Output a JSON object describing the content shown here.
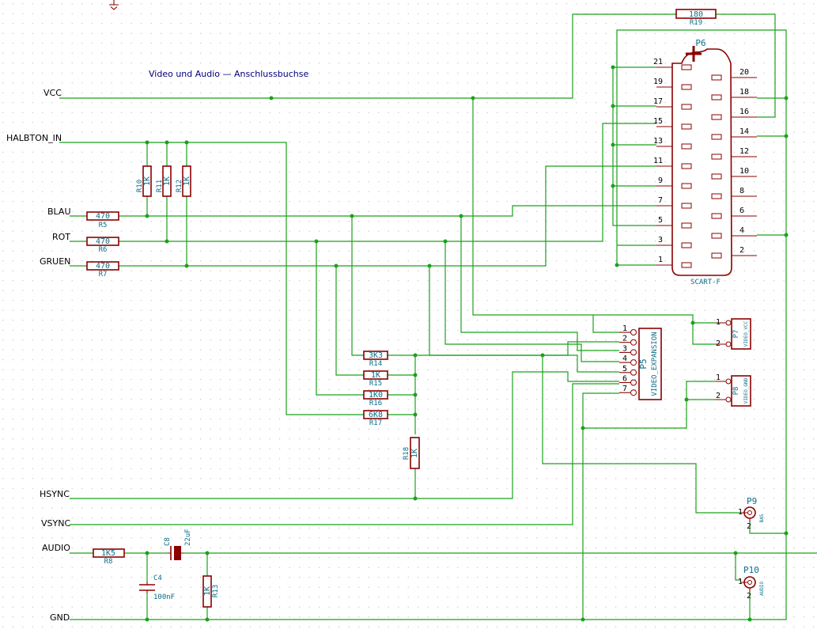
{
  "title": "Video und Audio — Anschlussbuchse",
  "nets": {
    "vcc": "VCC",
    "halbton_in": "HALBTON_IN",
    "blau": "BLAU",
    "rot": "ROT",
    "gruen": "GRUEN",
    "hsync": "HSYNC",
    "vsync": "VSYNC",
    "audio": "AUDIO",
    "gnd": "GND"
  },
  "resistors": {
    "r5": {
      "ref": "R5",
      "value": "470"
    },
    "r6": {
      "ref": "R6",
      "value": "470"
    },
    "r7": {
      "ref": "R7",
      "value": "470"
    },
    "r8": {
      "ref": "R8",
      "value": "1K5"
    },
    "r10": {
      "ref": "R10",
      "value": "1K"
    },
    "r11": {
      "ref": "R11",
      "value": "1K"
    },
    "r12": {
      "ref": "R12",
      "value": "1K"
    },
    "r13": {
      "ref": "R13",
      "value": "1K"
    },
    "r14": {
      "ref": "R14",
      "value": "3K3"
    },
    "r15": {
      "ref": "R15",
      "value": "1K"
    },
    "r16": {
      "ref": "R16",
      "value": "1K0"
    },
    "r17": {
      "ref": "R17",
      "value": "6K8"
    },
    "r18": {
      "ref": "R18",
      "value": "1K"
    },
    "r19": {
      "ref": "R19",
      "value": "180"
    }
  },
  "capacitors": {
    "c4": {
      "ref": "C4",
      "value": "100nF"
    },
    "c8": {
      "ref": "C8",
      "value": "22uF"
    }
  },
  "connectors": {
    "p6": {
      "ref": "P6",
      "name": "SCART-F",
      "left_pins": [
        "21",
        "19",
        "17",
        "15",
        "13",
        "11",
        "9",
        "7",
        "5",
        "3",
        "1"
      ],
      "right_pins": [
        "20",
        "18",
        "16",
        "14",
        "12",
        "10",
        "8",
        "6",
        "4",
        "2"
      ]
    },
    "p5": {
      "ref": "P5",
      "name": "VIDEO_EXPANSION",
      "pins": [
        "1",
        "2",
        "3",
        "4",
        "5",
        "6",
        "7"
      ]
    },
    "p7": {
      "ref": "P7",
      "name": "VIDEO_VCC",
      "pins": [
        "1",
        "2"
      ]
    },
    "p8": {
      "ref": "P8",
      "name": "VIDEO_GND",
      "pins": [
        "1",
        "2"
      ]
    },
    "p9": {
      "ref": "P9",
      "name": "BAS",
      "pins": [
        "1",
        "2"
      ]
    },
    "p10": {
      "ref": "P10",
      "name": "AUDIO",
      "pins": [
        "1",
        "2"
      ]
    }
  }
}
